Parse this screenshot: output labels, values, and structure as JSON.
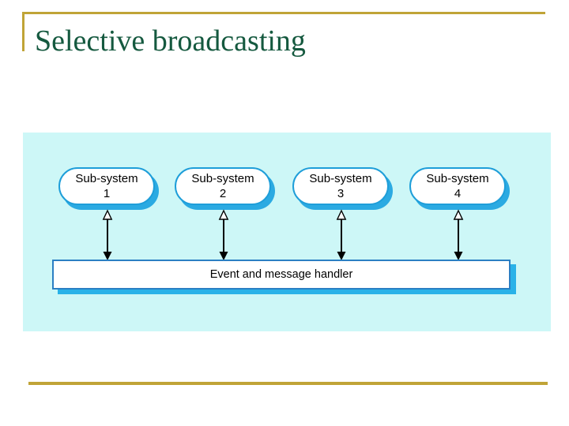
{
  "colors": {
    "accent_gold": "#C0A437",
    "title_green": "#15593F",
    "diagram_bg": "#CDF7F7",
    "box_fill": "#FFFFFF",
    "pill_border": "#1E9ED9",
    "pill_shadow": "#2BAAE2",
    "handler_border": "#2B7FC3",
    "handler_shadow": "#29B2E8",
    "arrow_black": "#000000"
  },
  "slide": {
    "title": "Selective broadcasting"
  },
  "diagram": {
    "subsystems": [
      {
        "name": "Sub-system",
        "number": "1"
      },
      {
        "name": "Sub-system",
        "number": "2"
      },
      {
        "name": "Sub-system",
        "number": "3"
      },
      {
        "name": "Sub-system",
        "number": "4"
      }
    ],
    "handler": {
      "label": "Event and message handler"
    },
    "connections": "double-headed vertical arrows between each sub-system and the handler"
  }
}
